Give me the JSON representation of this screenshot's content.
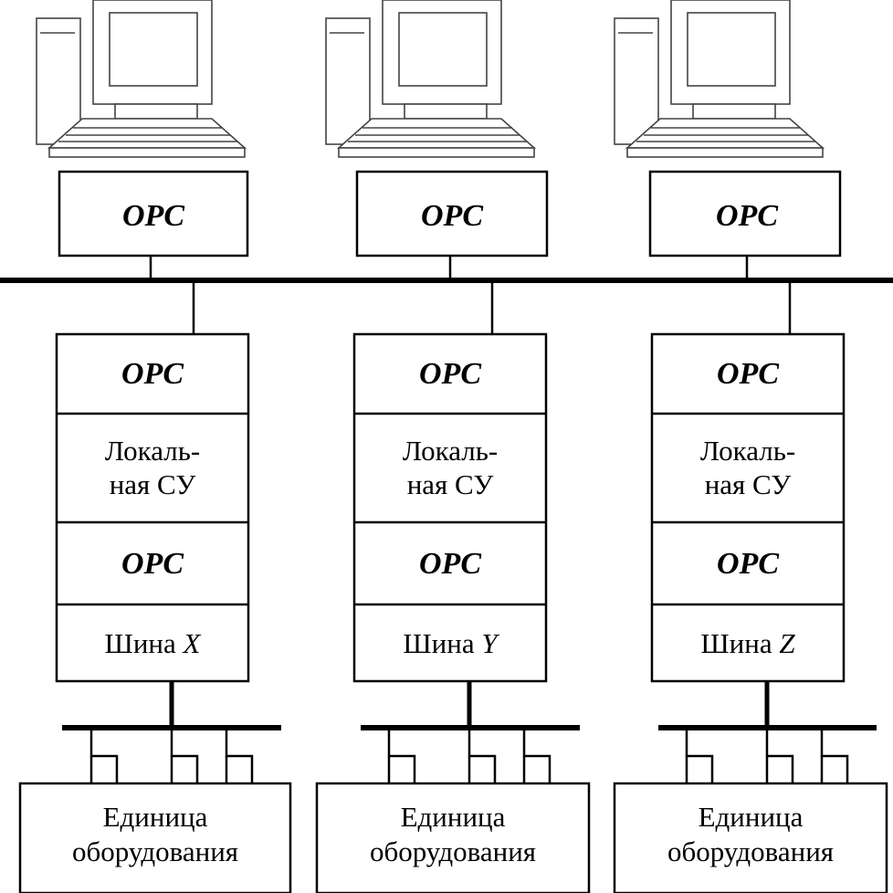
{
  "workstations": [
    {
      "opc_label": "OPC"
    },
    {
      "opc_label": "OPC"
    },
    {
      "opc_label": "OPC"
    }
  ],
  "controllers": [
    {
      "opc_top": "OPC",
      "local_line1": "Локаль-",
      "local_line2": "ная СУ",
      "opc_bottom": "OPC",
      "bus_word": "Шина",
      "bus_letter": "X"
    },
    {
      "opc_top": "OPC",
      "local_line1": "Локаль-",
      "local_line2": "ная СУ",
      "opc_bottom": "OPC",
      "bus_word": "Шина",
      "bus_letter": "Y"
    },
    {
      "opc_top": "OPC",
      "local_line1": "Локаль-",
      "local_line2": "ная СУ",
      "opc_bottom": "OPC",
      "bus_word": "Шина",
      "bus_letter": "Z"
    }
  ],
  "equipment": [
    {
      "line1": "Единица",
      "line2": "оборудования"
    },
    {
      "line1": "Единица",
      "line2": "оборудования"
    },
    {
      "line1": "Единица",
      "line2": "оборудования"
    }
  ]
}
